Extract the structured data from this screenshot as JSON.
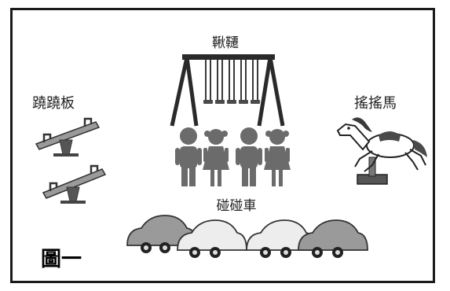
{
  "labels": {
    "swing": "鞦韆",
    "seesaw": "蹺蹺板",
    "rocking_horse": "搖搖馬",
    "bumper_cars": "碰碰車",
    "figure_caption": "圖一"
  },
  "colors": {
    "border": "#1a1a1a",
    "child": "#6b6b6b",
    "seesaw": "#8a8a8a",
    "car_dark": "#9a9a9a",
    "car_light": "#e6e6e6"
  }
}
